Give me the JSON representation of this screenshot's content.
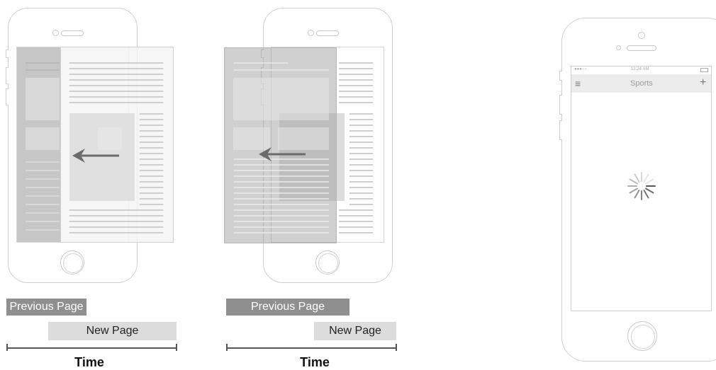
{
  "diagram1": {
    "prev_label": "Previous Page",
    "new_label": "New Page",
    "time_label": "Time"
  },
  "diagram2": {
    "prev_label": "Previous Page",
    "new_label": "New Page",
    "time_label": "Time"
  },
  "phone3": {
    "status_carrier": "●●●○○",
    "status_time": "12:24 AM",
    "nav_title": "Sports",
    "menu_icon": "≡",
    "add_icon": "+"
  },
  "icons": {
    "arrow": "left-arrow-icon",
    "spinner": "loading-spinner-icon",
    "menu": "hamburger-menu-icon",
    "add": "plus-icon"
  }
}
